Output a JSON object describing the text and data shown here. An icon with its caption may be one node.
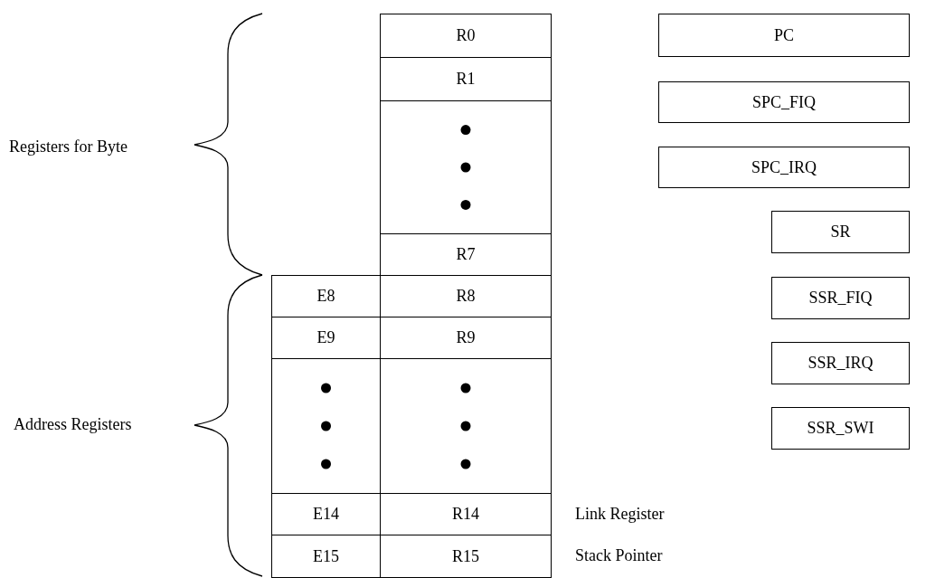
{
  "diagram": {
    "nodes": [
      {
        "text": [
          "R0"
        ]
      },
      {
        "text": [
          "R1"
        ]
      },
      {
        "text": [],
        "shape": "box"
      },
      {
        "text": [
          "R7"
        ]
      },
      {
        "text": [
          "E8"
        ]
      },
      {
        "text": [
          "R8"
        ]
      },
      {
        "text": [
          "E9"
        ]
      },
      {
        "text": [
          "R9"
        ]
      },
      {
        "text": [],
        "shape": "box"
      },
      {
        "text": [],
        "shape": "box"
      },
      {
        "text": [
          "E14"
        ]
      },
      {
        "text": [
          "R14"
        ],
        "beside": [
          "Link Register"
        ]
      },
      {
        "text": [
          "E15"
        ]
      },
      {
        "text": [
          "R15"
        ],
        "beside": [
          "Stack Pointer"
        ]
      },
      {
        "text": [
          "PC"
        ]
      },
      {
        "text": [
          "SPC_FIQ"
        ]
      },
      {
        "text": [
          "SPC_IRQ"
        ]
      },
      {
        "text": [
          "SR"
        ]
      },
      {
        "text": [
          "SSR_FIQ"
        ]
      },
      {
        "text": [
          "SSR_IRQ"
        ]
      },
      {
        "text": [
          "SSR_SWI"
        ]
      }
    ],
    "labels": [
      "Registers for Byte",
      "Address Registers"
    ]
  }
}
